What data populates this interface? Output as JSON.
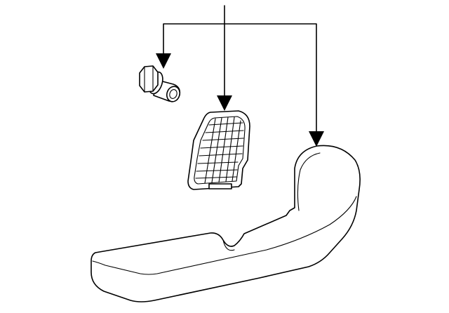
{
  "diagram": {
    "style": "line-art",
    "colors": {
      "stroke": "#000000",
      "background": "#ffffff"
    },
    "parts": [
      {
        "name": "bolt"
      },
      {
        "name": "grille-cover"
      },
      {
        "name": "seat-side-shield"
      }
    ],
    "callout_arrows": 3
  }
}
